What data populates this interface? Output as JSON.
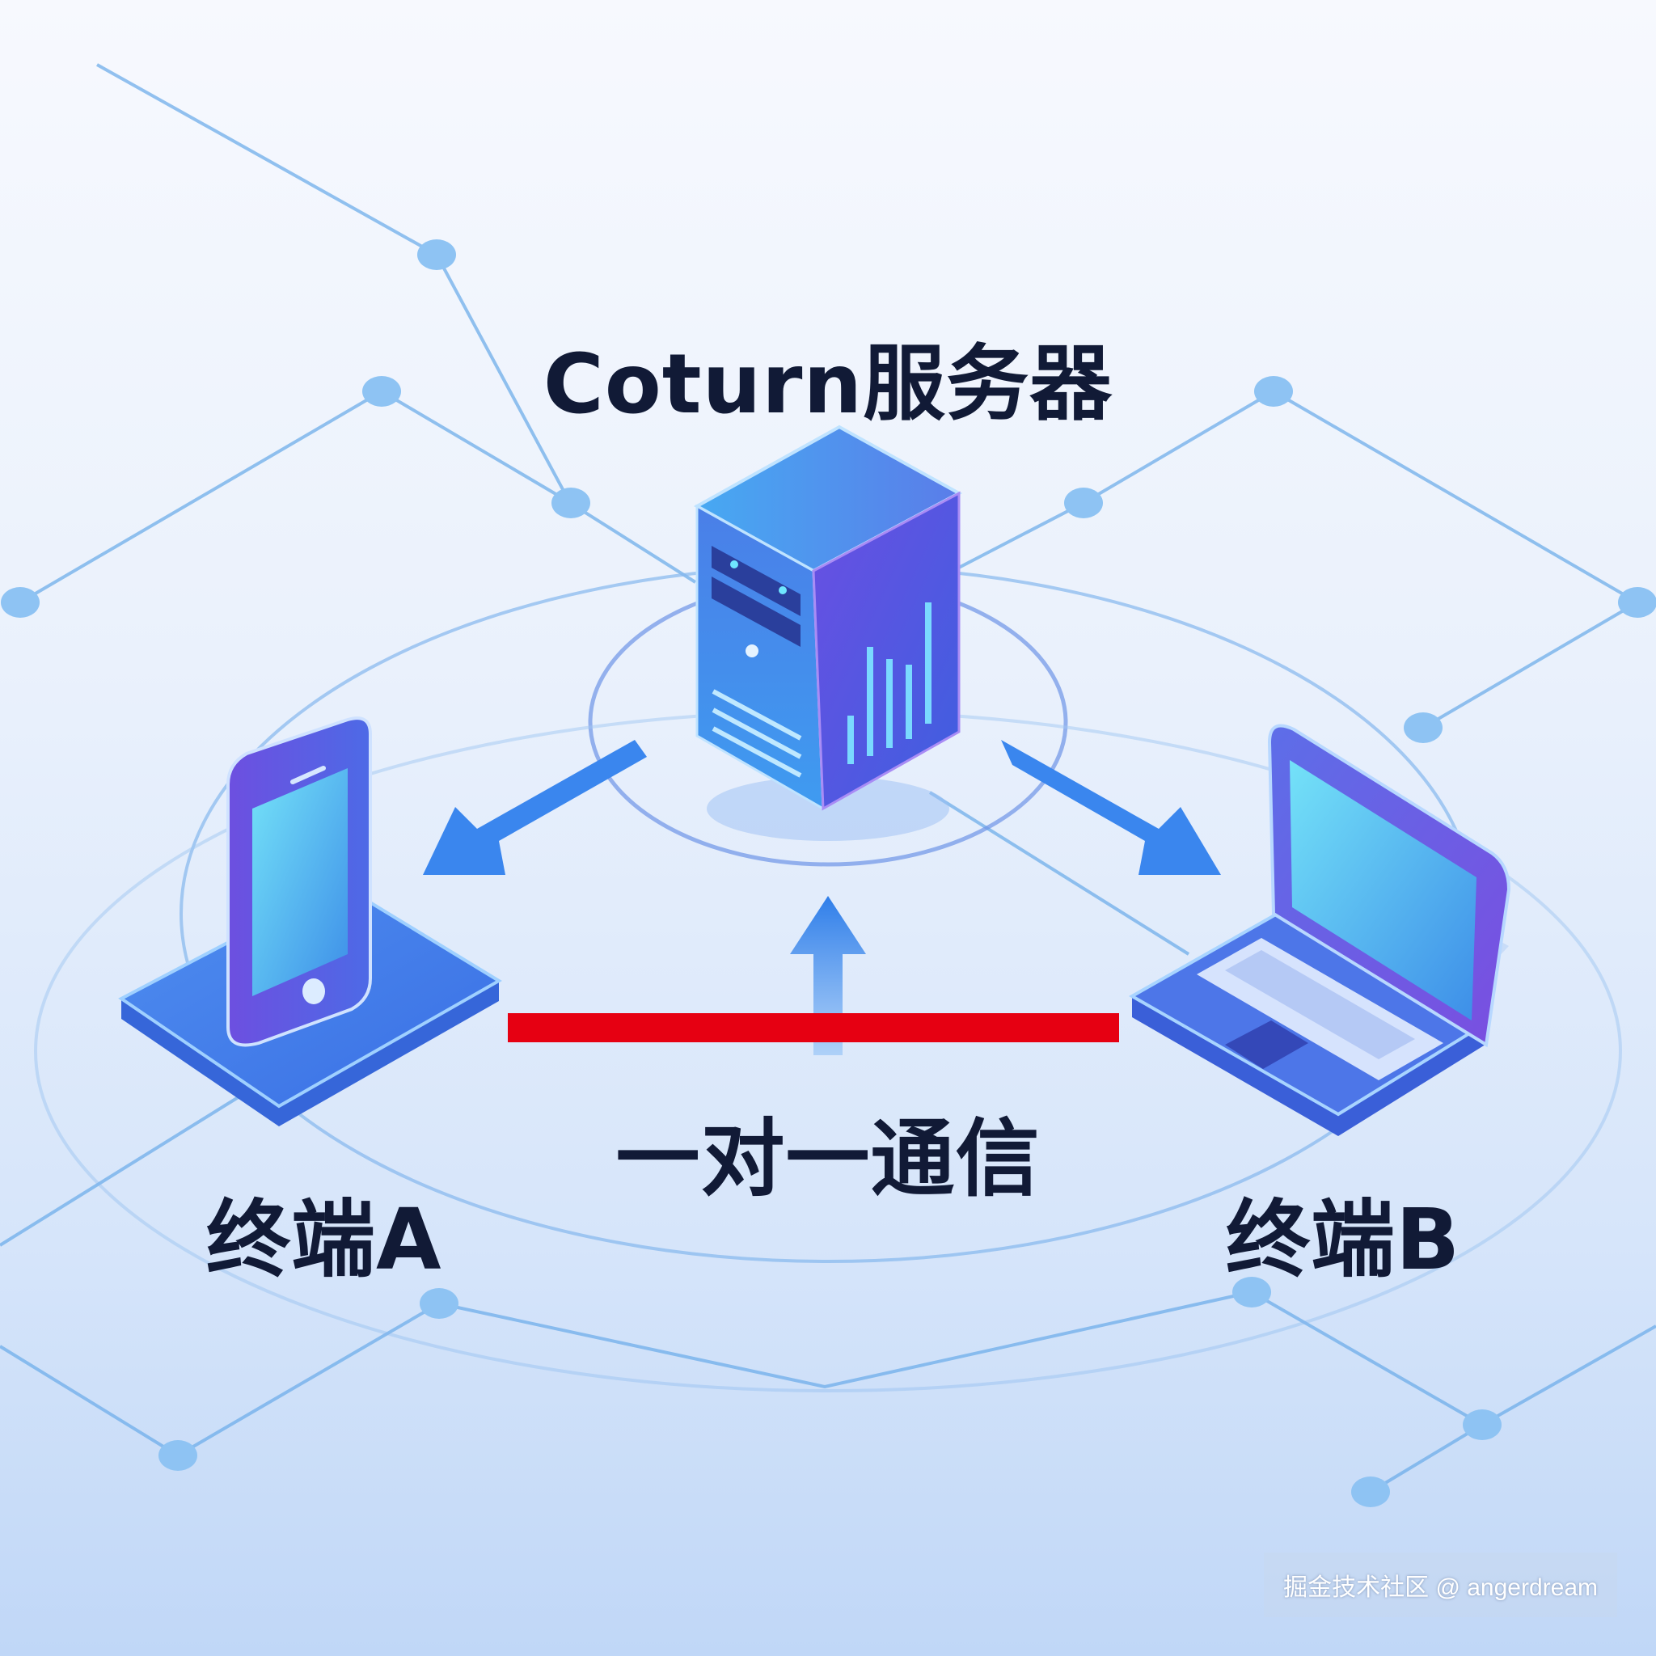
{
  "title": "Coturn服务器",
  "nodes": {
    "terminal_a": "终端A",
    "terminal_b": "终端B"
  },
  "connection_label": "一对一通信",
  "watermark": "掘金技术社区 @ angerdream",
  "colors": {
    "direct_link": "#e60012",
    "arrows": "#3a86ee",
    "device_blue": "#3f7be8",
    "device_purple": "#7a4ee0",
    "screen_cyan": "#5fd2f5",
    "network_line": "#6faeea",
    "network_node": "#8ec3f3"
  },
  "icons": [
    "server-icon",
    "smartphone-icon",
    "laptop-icon",
    "arrow-icon"
  ]
}
